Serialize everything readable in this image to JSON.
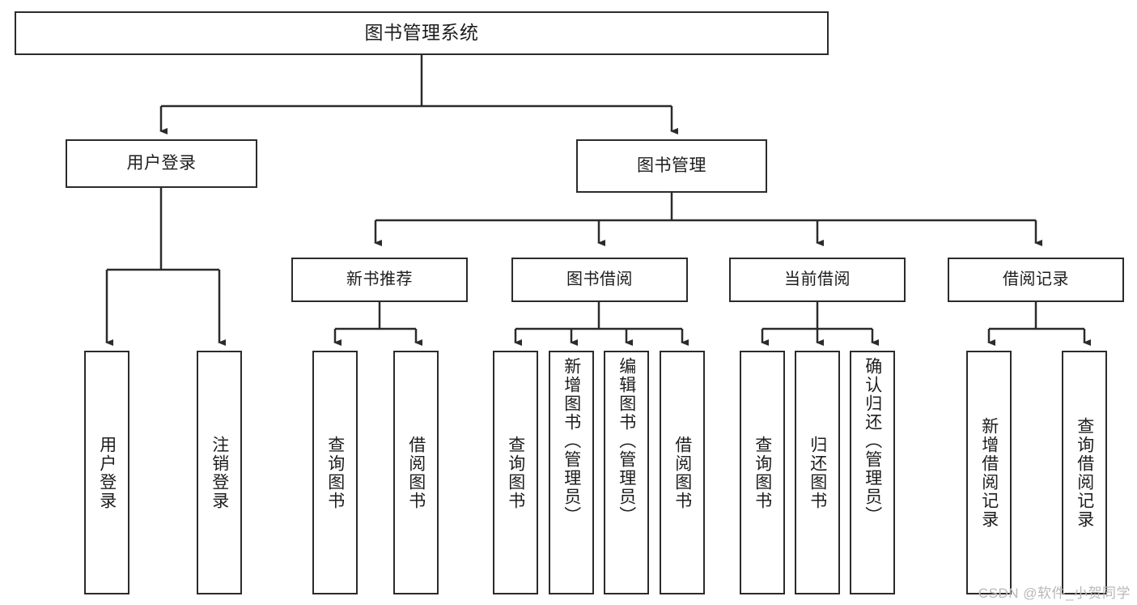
{
  "diagram": {
    "title": "图书管理系统",
    "type": "hierarchy-tree",
    "colors": {
      "stroke": "#2b2b2b",
      "background": "#ffffff",
      "text": "#1d1d1d",
      "watermark": "#b8b8b8"
    },
    "root": {
      "label": "图书管理系统"
    },
    "level1": [
      {
        "label": "用户登录"
      },
      {
        "label": "图书管理"
      }
    ],
    "level2": [
      {
        "label": "新书推荐"
      },
      {
        "label": "图书借阅"
      },
      {
        "label": "当前借阅"
      },
      {
        "label": "借阅记录"
      }
    ],
    "leaves": {
      "user_login": [
        {
          "label": "用户登录"
        },
        {
          "label": "注销登录"
        }
      ],
      "new_book_recommend": [
        {
          "label": "查询图书"
        },
        {
          "label": "借阅图书"
        }
      ],
      "book_borrow": [
        {
          "label": "查询图书"
        },
        {
          "label": "新增图书（管理员）"
        },
        {
          "label": "编辑图书（管理员）"
        },
        {
          "label": "借阅图书"
        }
      ],
      "current_borrow": [
        {
          "label": "查询图书"
        },
        {
          "label": "归还图书"
        },
        {
          "label": "确认归还（管理员）"
        }
      ],
      "borrow_record": [
        {
          "label": "新增借阅记录"
        },
        {
          "label": "查询借阅记录"
        }
      ]
    }
  },
  "watermark": {
    "text": "CSDN @软件_小贺同学"
  }
}
